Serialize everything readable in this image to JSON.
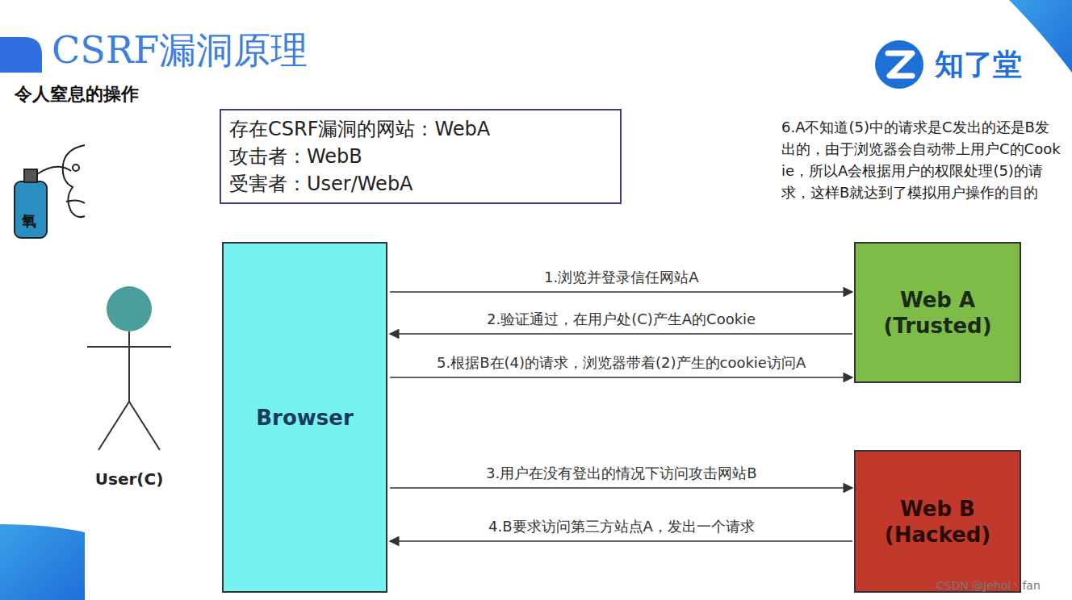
{
  "diagram": {
    "title": "CSRF漏洞原理",
    "nodes": [
      {
        "text": [
          "存在CSRF漏洞的网站：WebA",
          "攻击者：WebB",
          "受害者：User/WebA"
        ]
      },
      {
        "text": [
          "Browser"
        ]
      },
      {
        "text": [
          "Web A (Trusted)"
        ]
      },
      {
        "text": [
          "Web B (Hacked)"
        ]
      }
    ],
    "edges": [
      {
        "from": 1,
        "to": 2,
        "label": "1.浏览并登录信任网站A",
        "arrow": "to"
      },
      {
        "from": 2,
        "to": 1,
        "label": "2.验证通过，在用户处(C)产生A的Cookie",
        "arrow": "to"
      },
      {
        "from": 1,
        "to": 2,
        "label": "5.根据B在(4)的请求，浏览器带着(2)产生的cookie访问A",
        "arrow": "to"
      },
      {
        "from": 1,
        "to": 3,
        "label": "3.用户在没有登出的情况下访问攻击网站B",
        "arrow": "to"
      },
      {
        "from": 3,
        "to": 1,
        "label": "4.B要求访问第三方站点A，发出一个请求",
        "arrow": "to"
      }
    ],
    "labels": [
      "令人窒息的操作",
      "氧",
      "知了堂",
      "6.A不知道(5)中的请求是C发出的还是B发出的，由于浏览器会自动带上用户C的Cookie，所以A会根据用户的权限处理(5)的请求，这样B就达到了模拟用户操作的目的",
      "User(C)",
      "CSDN @Jehol丶fan"
    ]
  }
}
